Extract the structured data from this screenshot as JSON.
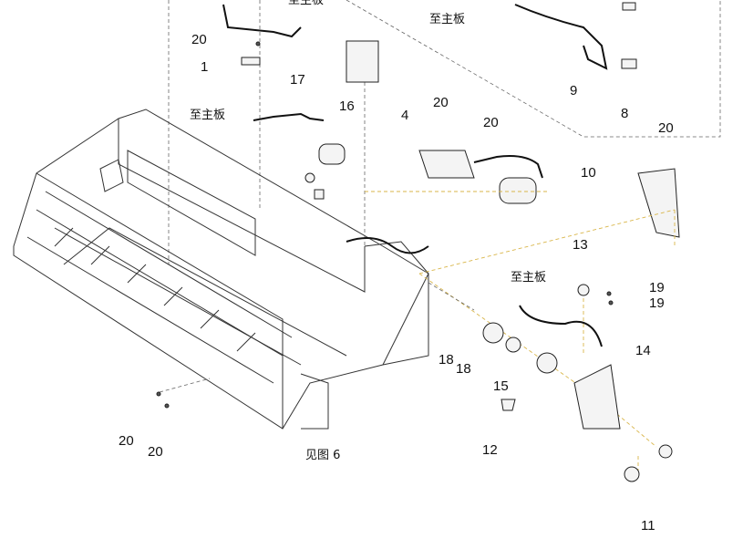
{
  "diagram": {
    "to_mainboard_label": "至主板",
    "see_figure_label": "见图 6",
    "callouts": {
      "c20_top": "20",
      "c1": "1",
      "c17": "17",
      "c16": "16",
      "c4": "4",
      "c20_a": "20",
      "c20_b": "20",
      "c10": "10",
      "c9": "9",
      "c8": "8",
      "c20_right": "20",
      "c13": "13",
      "c19_a": "19",
      "c19_b": "19",
      "c14": "14",
      "c18_a": "18",
      "c18_b": "18",
      "c15": "15",
      "c12": "12",
      "c20_bl_a": "20",
      "c20_bl_b": "20",
      "c11": "11"
    }
  }
}
